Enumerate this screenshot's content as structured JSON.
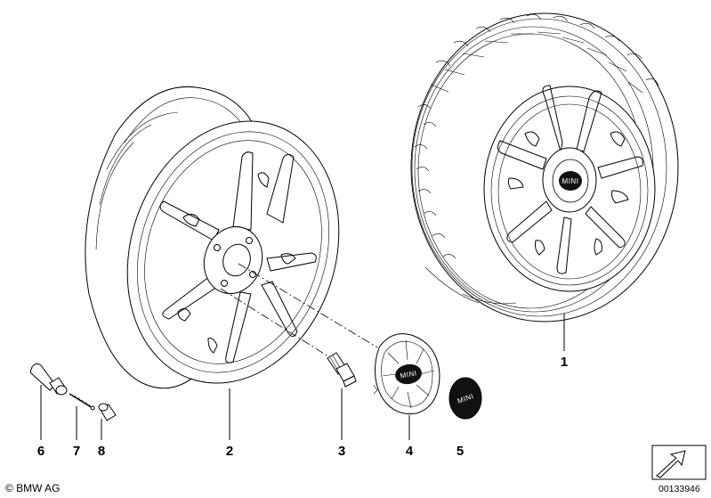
{
  "callouts": [
    {
      "id": "1",
      "label": "1"
    },
    {
      "id": "2",
      "label": "2"
    },
    {
      "id": "3",
      "label": "3"
    },
    {
      "id": "4",
      "label": "4"
    },
    {
      "id": "5",
      "label": "5"
    },
    {
      "id": "6",
      "label": "6"
    },
    {
      "id": "7",
      "label": "7"
    },
    {
      "id": "8",
      "label": "8"
    }
  ],
  "badge_text": "MINI",
  "copyright": "© BMW AG",
  "doc_number": "00133946"
}
